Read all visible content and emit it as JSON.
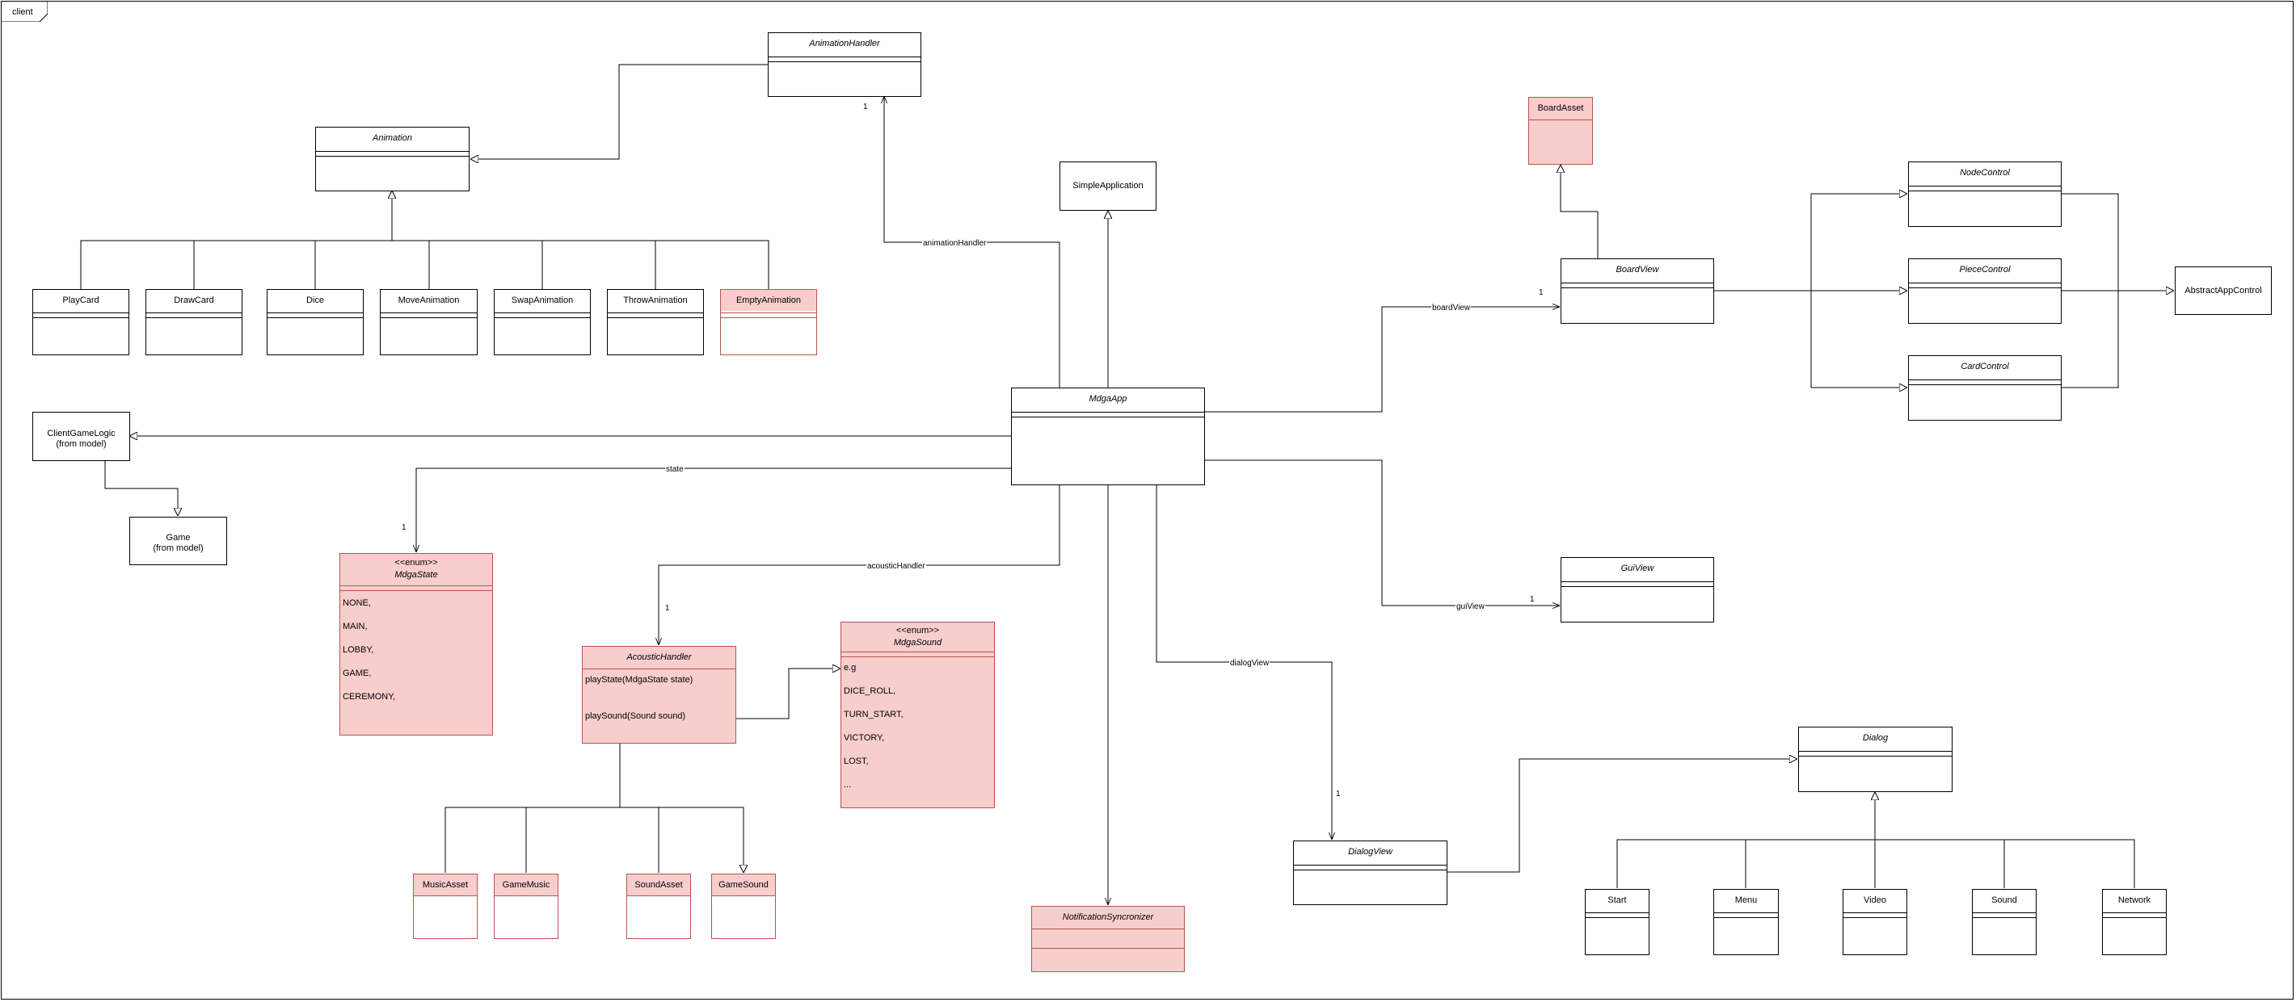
{
  "frame": {
    "label": "client"
  },
  "classes": {
    "animation_handler": {
      "name": "AnimationHandler"
    },
    "animation": {
      "name": "Animation"
    },
    "play_card": {
      "name": "PlayCard"
    },
    "draw_card": {
      "name": "DrawCard"
    },
    "dice": {
      "name": "Dice"
    },
    "move_animation": {
      "name": "MoveAnimation"
    },
    "swap_animation": {
      "name": "SwapAnimation"
    },
    "throw_animation": {
      "name": "ThrowAnimation"
    },
    "empty_animation": {
      "name": "EmptyAnimation"
    },
    "client_game_logic": {
      "name": "ClientGameLogic",
      "note": "(from model)"
    },
    "game": {
      "name": "Game",
      "note": "(from model)"
    },
    "mdga_state": {
      "stereotype": "<<enum>>",
      "name": "MdgaState",
      "items": [
        "NONE,",
        "MAIN,",
        "LOBBY,",
        "GAME,",
        "CEREMONY,"
      ]
    },
    "simple_application": {
      "name": "SimpleApplication"
    },
    "mdga_app": {
      "name": "MdgaApp"
    },
    "acoustic_handler": {
      "name": "AcousticHandler",
      "items": [
        "playState(MdgaState state)",
        "playSound(Sound sound)"
      ]
    },
    "mdga_sound": {
      "stereotype": "<<enum>>",
      "name": "MdgaSound",
      "items": [
        "e.g",
        "DICE_ROLL,",
        "TURN_START,",
        "VICTORY,",
        "LOST,",
        "..."
      ]
    },
    "music_asset": {
      "name": "MusicAsset"
    },
    "game_music": {
      "name": "GameMusic"
    },
    "sound_asset": {
      "name": "SoundAsset"
    },
    "game_sound": {
      "name": "GameSound"
    },
    "notification_syncronizer": {
      "name": "NotificationSyncronizer"
    },
    "board_asset": {
      "name": "BoardAsset"
    },
    "board_view": {
      "name": "BoardView"
    },
    "node_control": {
      "name": "NodeControl"
    },
    "piece_control": {
      "name": "PieceControl"
    },
    "card_control": {
      "name": "CardControl"
    },
    "abstract_app_control": {
      "name": "AbstractAppControl"
    },
    "gui_view": {
      "name": "GuiView"
    },
    "dialog_view": {
      "name": "DialogView"
    },
    "dialog": {
      "name": "Dialog"
    },
    "start": {
      "name": "Start"
    },
    "menu": {
      "name": "Menu"
    },
    "video": {
      "name": "Video"
    },
    "sound": {
      "name": "Sound"
    },
    "network": {
      "name": "Network"
    }
  },
  "edge_labels": {
    "animation_handler": "animationHandler",
    "state": "state",
    "acoustic_handler": "acousticHandler",
    "board_view": "boardView",
    "gui_view": "guiView",
    "dialog_view": "dialogView"
  },
  "multiplicities": {
    "animation_handler": "1",
    "state": "1",
    "acoustic_handler": "1",
    "board_view": "1",
    "gui_view": "1",
    "dialog_view": "1"
  },
  "colors": {
    "highlight_fill": "#f8cecc",
    "highlight_stroke": "#b85450",
    "line": "#000000"
  }
}
